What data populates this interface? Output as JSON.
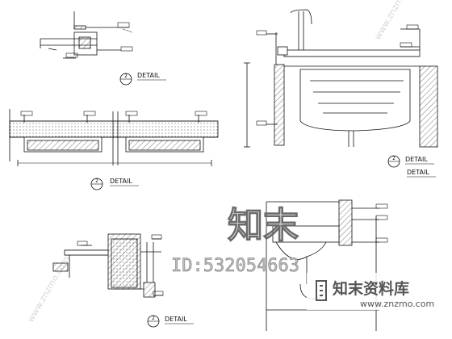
{
  "details": [
    {
      "label": "DETAIL"
    },
    {
      "label": "DETAIL"
    },
    {
      "label": "DETAIL"
    },
    {
      "label": "DETAIL"
    },
    {
      "label": "DETAIL"
    }
  ],
  "detail_number": "2",
  "watermark": {
    "logo": "知末",
    "id_text": "ID:532054663",
    "banner": "知末资料库",
    "site": "www.znzmo.com",
    "diagonal": "www.znzmo.com"
  },
  "colors": {
    "line": "#111111",
    "hatch": "#555555",
    "watermark": "#6b6b6b"
  }
}
